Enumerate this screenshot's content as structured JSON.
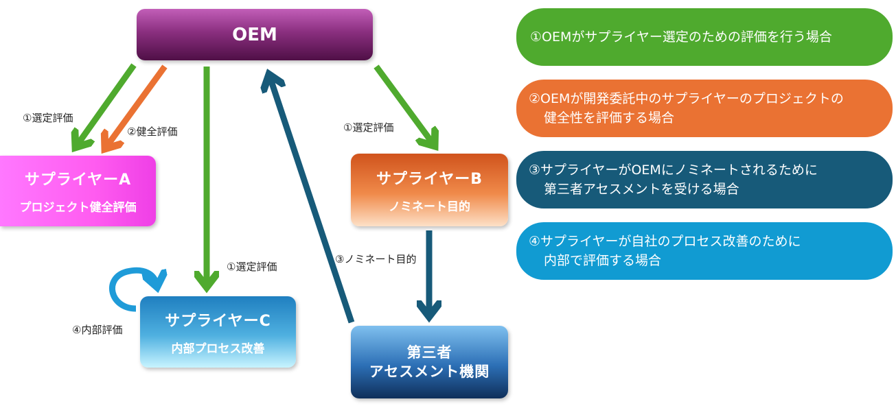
{
  "nodes": {
    "oem": "OEM",
    "supplier_a": {
      "title": "サプライヤーA",
      "subtitle": "プロジェクト健全評価"
    },
    "supplier_b": {
      "title": "サプライヤーB",
      "subtitle": "ノミネート目的"
    },
    "supplier_c": {
      "title": "サプライヤーC",
      "subtitle": "内部プロセス改善"
    },
    "third_party": {
      "line1": "第三者",
      "line2": "アセスメント機関"
    }
  },
  "edges": {
    "oem_to_a_selection": "①選定評価",
    "oem_to_a_health": "②健全評価",
    "oem_to_b_selection": "①選定評価",
    "oem_to_c_selection": "①選定評価",
    "third_to_oem": "③ノミネート目的",
    "c_internal": "④内部評価"
  },
  "legend": {
    "item1": {
      "line1": "①OEMがサプライヤー選定のための評価を行う場合"
    },
    "item2": {
      "line1": "②OEMが開発委託中のサプライヤーのプロジェクトの",
      "line2": "健全性を評価する場合"
    },
    "item3": {
      "line1": "③サプライヤーがOEMにノミネートされるために",
      "line2": "第三者アセスメントを受ける場合"
    },
    "item4": {
      "line1": "④サプライヤーが自社のプロセス改善のために",
      "line2": "内部で評価する場合"
    }
  },
  "colors": {
    "selection": "#4faa2e",
    "health": "#ea7233",
    "nomination": "#175a79",
    "internal": "#119bd2"
  }
}
